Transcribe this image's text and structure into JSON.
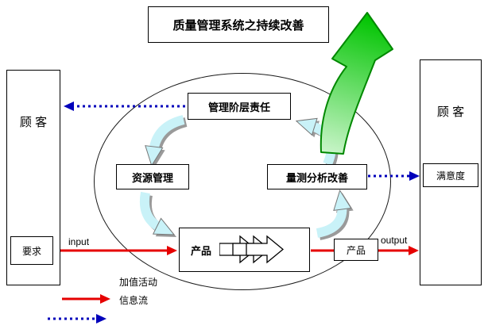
{
  "title": "质量管理系统之持续改善",
  "customers": {
    "left_label": "顾 客",
    "right_label": "顾 客",
    "requirements": "要求",
    "satisfaction": "满意度"
  },
  "process": {
    "management": "管理阶层责任",
    "resources": "资源管理",
    "measurement": "量测分析改善",
    "product": "产品",
    "product_output": "产品"
  },
  "flow_labels": {
    "input": "input",
    "output": "output"
  },
  "legend": {
    "value_added": "加值活动",
    "info_flow": "信息流"
  },
  "colors": {
    "value_added_arrow": "#e60000",
    "info_flow_arrow": "#0000bb",
    "improvement_arrow": "#00c400",
    "cycle_arrow": "#c9f2f8"
  }
}
